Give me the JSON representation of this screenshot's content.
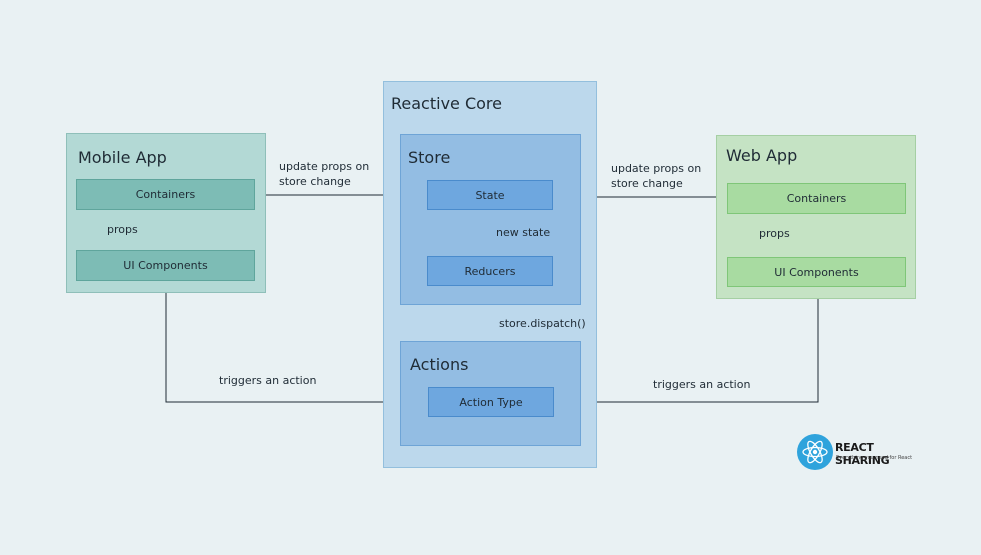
{
  "mobile_app": {
    "title": "Mobile App",
    "containers": "Containers",
    "ui_components": "UI Components",
    "props_label": "props"
  },
  "web_app": {
    "title": "Web App",
    "containers": "Containers",
    "ui_components": "UI Components",
    "props_label": "props"
  },
  "reactive_core": {
    "title": "Reactive Core",
    "store": {
      "title": "Store",
      "state": "State",
      "reducers": "Reducers",
      "new_state_label": "new state"
    },
    "actions": {
      "title": "Actions",
      "action_type": "Action Type"
    },
    "dispatch_label": "store.dispatch()"
  },
  "edges": {
    "update_props_left_line1": "update props on",
    "update_props_left_line2": "store change",
    "update_props_right_line1": "update props on",
    "update_props_right_line2": "store change",
    "triggers_left": "triggers an action",
    "triggers_right": "triggers an action"
  },
  "logo": {
    "name": "REACT SHARING",
    "tagline": "Everything you need for React"
  },
  "colors": {
    "background": "#e9f1f3",
    "mobile_fill": "#b3d9d5",
    "mobile_node": "#7dbcb5",
    "web_fill": "#c5e3c4",
    "web_node": "#a8dba1",
    "core_fill": "#bcd8ec",
    "inner_fill": "#93bde3",
    "core_node": "#6ea7df",
    "logo_accent": "#2fa3dc"
  }
}
